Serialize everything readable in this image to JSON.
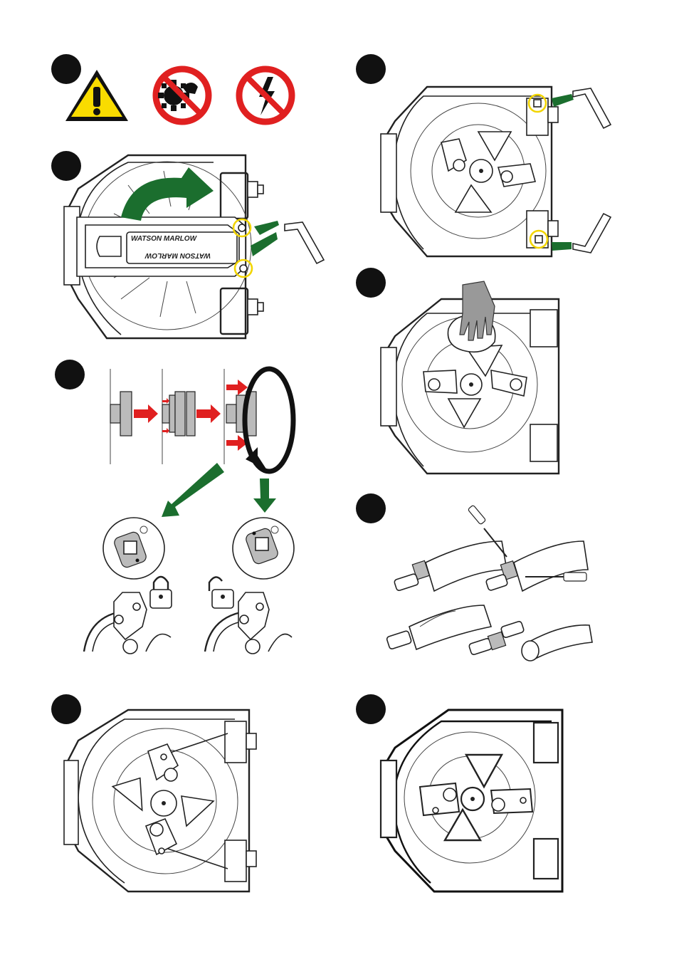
{
  "steps": [
    {
      "id": "step-1",
      "description": ""
    },
    {
      "id": "step-2",
      "description": ""
    },
    {
      "id": "step-3",
      "description": ""
    },
    {
      "id": "step-4",
      "description": ""
    },
    {
      "id": "step-5",
      "description": ""
    },
    {
      "id": "step-6",
      "description": ""
    },
    {
      "id": "step-7",
      "description": ""
    },
    {
      "id": "step-8",
      "description": ""
    }
  ],
  "warnings": [
    "warning-triangle-icon",
    "no-rotating-parts-icon",
    "no-electricity-icon"
  ],
  "brand_label": "WATSON MARLOW",
  "colors": {
    "warning_yellow": "#f9dc00",
    "prohibition_red": "#e02020",
    "arrow_green": "#1b6e2e",
    "highlight_yellow": "#f2d500",
    "arrow_red": "#e02020"
  }
}
